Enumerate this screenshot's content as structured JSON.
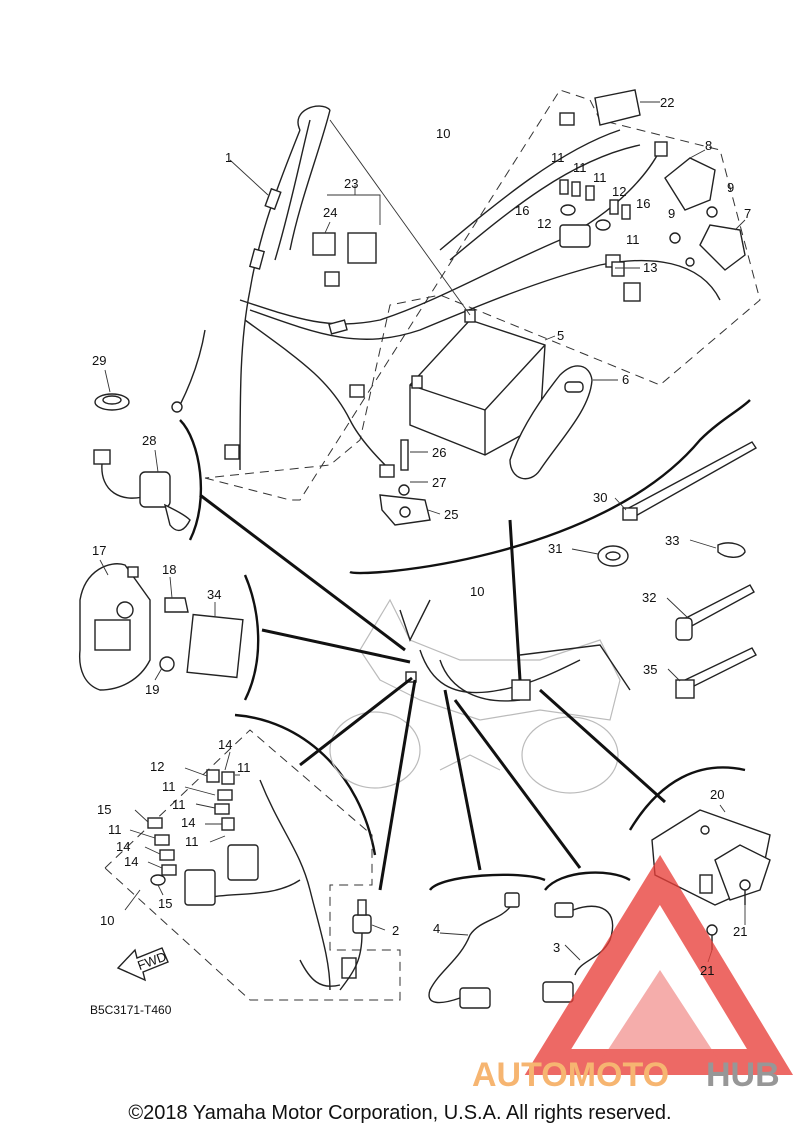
{
  "diagram": {
    "callouts": [
      {
        "id": "c1",
        "text": "1"
      },
      {
        "id": "c2",
        "text": "2"
      },
      {
        "id": "c3",
        "text": "3"
      },
      {
        "id": "c4",
        "text": "4"
      },
      {
        "id": "c5",
        "text": "5"
      },
      {
        "id": "c6",
        "text": "6"
      },
      {
        "id": "c7",
        "text": "7"
      },
      {
        "id": "c8",
        "text": "8"
      },
      {
        "id": "c9a",
        "text": "9"
      },
      {
        "id": "c9b",
        "text": "9"
      },
      {
        "id": "c10a",
        "text": "10"
      },
      {
        "id": "c10b",
        "text": "10"
      },
      {
        "id": "c10c",
        "text": "10"
      },
      {
        "id": "c11a",
        "text": "11"
      },
      {
        "id": "c11b",
        "text": "11"
      },
      {
        "id": "c11c",
        "text": "11"
      },
      {
        "id": "c11d",
        "text": "11"
      },
      {
        "id": "c11e",
        "text": "11"
      },
      {
        "id": "c11f",
        "text": "11"
      },
      {
        "id": "c11g",
        "text": "11"
      },
      {
        "id": "c11h",
        "text": "11"
      },
      {
        "id": "c11i",
        "text": "11"
      },
      {
        "id": "c12a",
        "text": "12"
      },
      {
        "id": "c12b",
        "text": "12"
      },
      {
        "id": "c12c",
        "text": "12"
      },
      {
        "id": "c12d",
        "text": "12"
      },
      {
        "id": "c13",
        "text": "13"
      },
      {
        "id": "c14a",
        "text": "14"
      },
      {
        "id": "c14b",
        "text": "14"
      },
      {
        "id": "c14c",
        "text": "14"
      },
      {
        "id": "c14d",
        "text": "14"
      },
      {
        "id": "c15a",
        "text": "15"
      },
      {
        "id": "c15b",
        "text": "15"
      },
      {
        "id": "c16a",
        "text": "16"
      },
      {
        "id": "c16b",
        "text": "16"
      },
      {
        "id": "c17",
        "text": "17"
      },
      {
        "id": "c18",
        "text": "18"
      },
      {
        "id": "c19",
        "text": "19"
      },
      {
        "id": "c20",
        "text": "20"
      },
      {
        "id": "c21a",
        "text": "21"
      },
      {
        "id": "c21b",
        "text": "21"
      },
      {
        "id": "c22",
        "text": "22"
      },
      {
        "id": "c23",
        "text": "23"
      },
      {
        "id": "c24",
        "text": "24"
      },
      {
        "id": "c25",
        "text": "25"
      },
      {
        "id": "c26",
        "text": "26"
      },
      {
        "id": "c27",
        "text": "27"
      },
      {
        "id": "c28",
        "text": "28"
      },
      {
        "id": "c29",
        "text": "29"
      },
      {
        "id": "c30",
        "text": "30"
      },
      {
        "id": "c31",
        "text": "31"
      },
      {
        "id": "c32",
        "text": "32"
      },
      {
        "id": "c33",
        "text": "33"
      },
      {
        "id": "c34",
        "text": "34"
      },
      {
        "id": "c35",
        "text": "35"
      }
    ],
    "fwd_label": "FWD",
    "figure_code": "B5C3171-T460"
  },
  "watermark": {
    "brand_part1": "AUTOMOTO",
    "brand_part2": "HUB",
    "colors": {
      "primary": "#e8403a",
      "secondary": "#f4a14a",
      "hub": "#7a7a7a"
    }
  },
  "footer": {
    "copyright": "©2018 Yamaha Motor Corporation, U.S.A. All rights reserved."
  }
}
